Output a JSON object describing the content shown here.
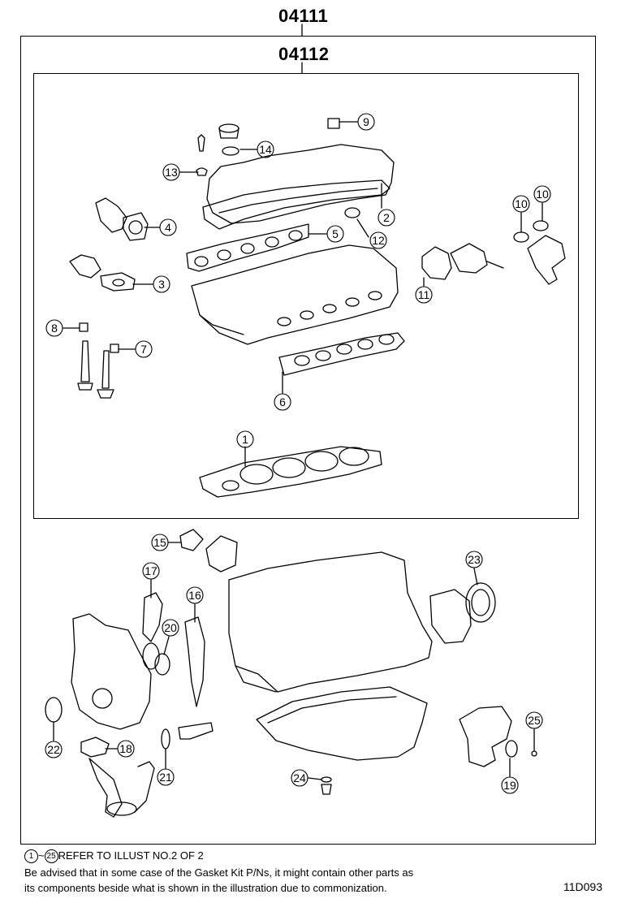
{
  "header": {
    "kit_outer": "04111",
    "kit_inner": "04112"
  },
  "callouts": [
    "1",
    "2",
    "3",
    "4",
    "5",
    "6",
    "7",
    "8",
    "9",
    "10",
    "10",
    "11",
    "12",
    "13",
    "14",
    "15",
    "16",
    "17",
    "18",
    "19",
    "20",
    "21",
    "22",
    "23",
    "24",
    "25"
  ],
  "footer": {
    "range_start": "1",
    "range_sep": "~",
    "range_end": "25",
    "line1": "REFER TO ILLUST NO.2 OF 2",
    "line2": "Be advised that in some case of the Gasket Kit P/Ns,  it might contain other parts as",
    "line3": "its components beside what is shown in the illustration due to commonization.",
    "code": "11D093"
  }
}
